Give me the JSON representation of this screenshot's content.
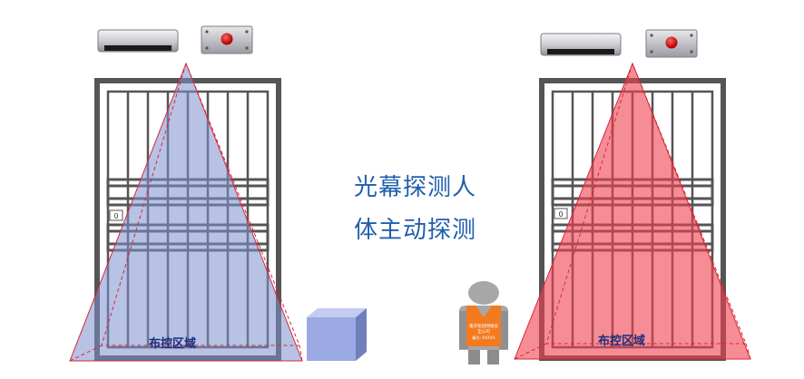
{
  "caption": {
    "line1": "光幕探测人",
    "line2": "体主动探测"
  },
  "left_scene": {
    "zone_label": "布控区域",
    "door_plate": "0",
    "beam_color": "#7b8fd0",
    "object": "box"
  },
  "right_scene": {
    "zone_label": "布控区域",
    "door_plate": "0",
    "beam_color": "#f04050",
    "object": "person"
  },
  "person_badge": {
    "line1": "重庆智控网络安",
    "line2": "全公司",
    "line3": "编号: XXXXX"
  },
  "colors": {
    "caption": "#1f5fae",
    "zone_label": "#1e2d7a",
    "door_frame": "#555555",
    "beam_outline": "#d62838",
    "badge_vest": "#f47a20"
  }
}
